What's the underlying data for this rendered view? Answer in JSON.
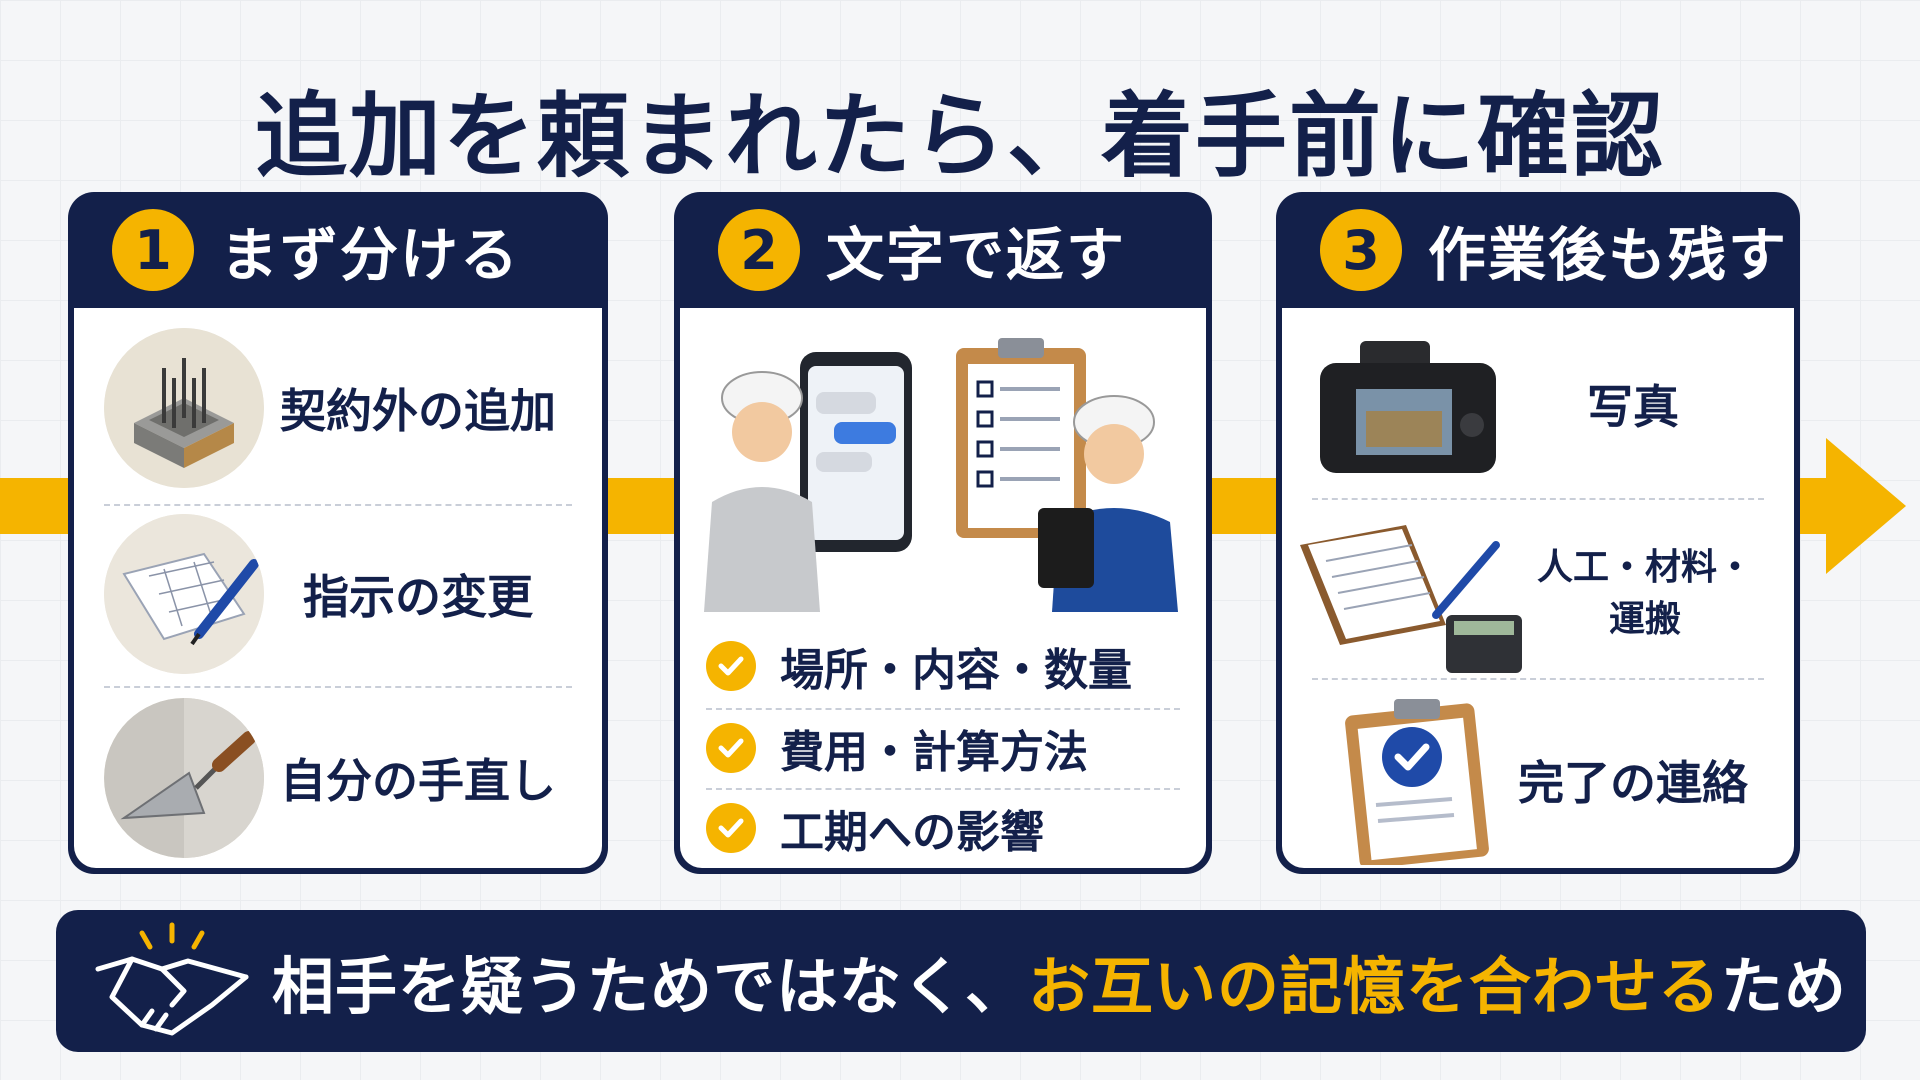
{
  "title": "追加を頼まれたら、着手前に確認",
  "cards": [
    {
      "number": "1",
      "title": "まず分ける",
      "items": [
        {
          "label": "契約外の追加",
          "icon": "concrete-formwork-icon"
        },
        {
          "label": "指示の変更",
          "icon": "blueprint-pen-icon"
        },
        {
          "label": "自分の手直し",
          "icon": "trowel-icon"
        }
      ]
    },
    {
      "number": "2",
      "title": "文字で返す",
      "illustration": "workers-with-phone-and-clipboard",
      "checks": [
        "場所・内容・数量",
        "費用・計算方法",
        "工期への影響"
      ]
    },
    {
      "number": "3",
      "title": "作業後も残す",
      "items": [
        {
          "label": "写真",
          "icon": "camera-icon"
        },
        {
          "label": "人工・材料・運搬",
          "icon": "notebook-calculator-icon"
        },
        {
          "label": "完了の連絡",
          "icon": "clipboard-check-icon"
        }
      ]
    }
  ],
  "footer": {
    "text_before": "相手を疑うためではなく、",
    "text_highlight": "お互いの記憶を合わせる",
    "text_after": "ため",
    "icon": "handshake-icon"
  },
  "colors": {
    "navy": "#13204a",
    "accent": "#f5b400",
    "background": "#f5f6f8"
  }
}
